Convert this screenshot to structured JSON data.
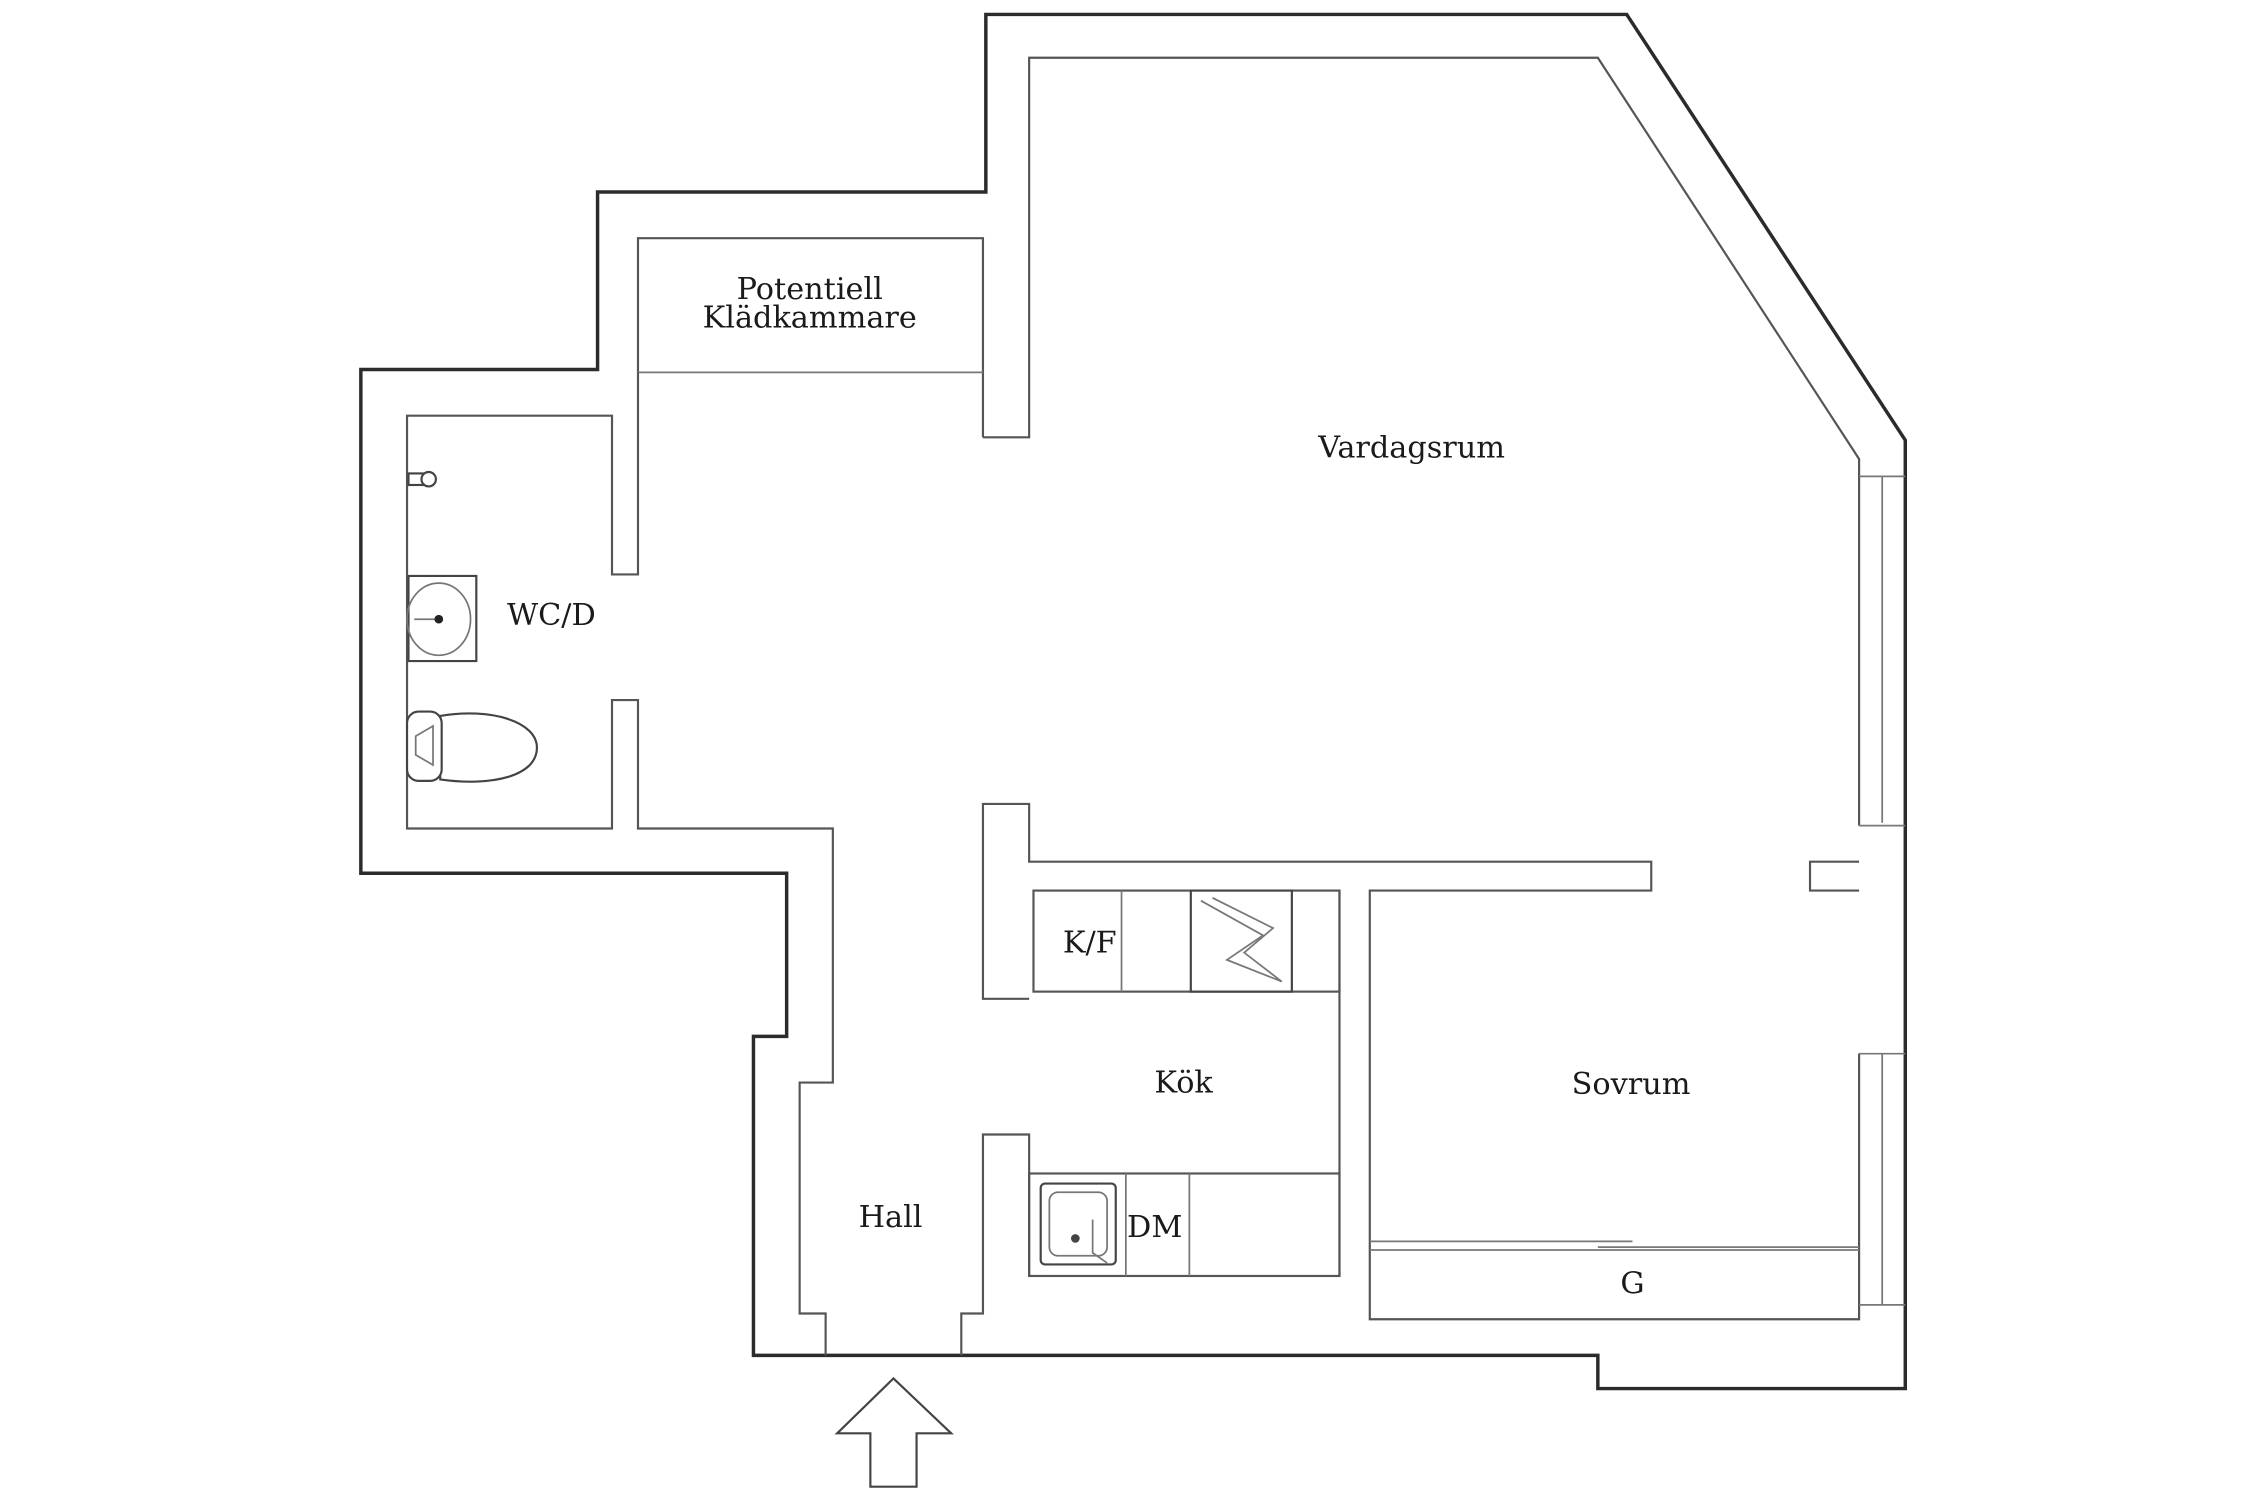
{
  "rooms": {
    "potentiell_line1": "Potentiell",
    "potentiell_line2": "Klädkammare",
    "vardagsrum": "Vardagsrum",
    "wcd": "WC/D",
    "kf": "K/F",
    "kok": "Kök",
    "sovrum": "Sovrum",
    "hall": "Hall",
    "dm": "DM",
    "g": "G"
  }
}
